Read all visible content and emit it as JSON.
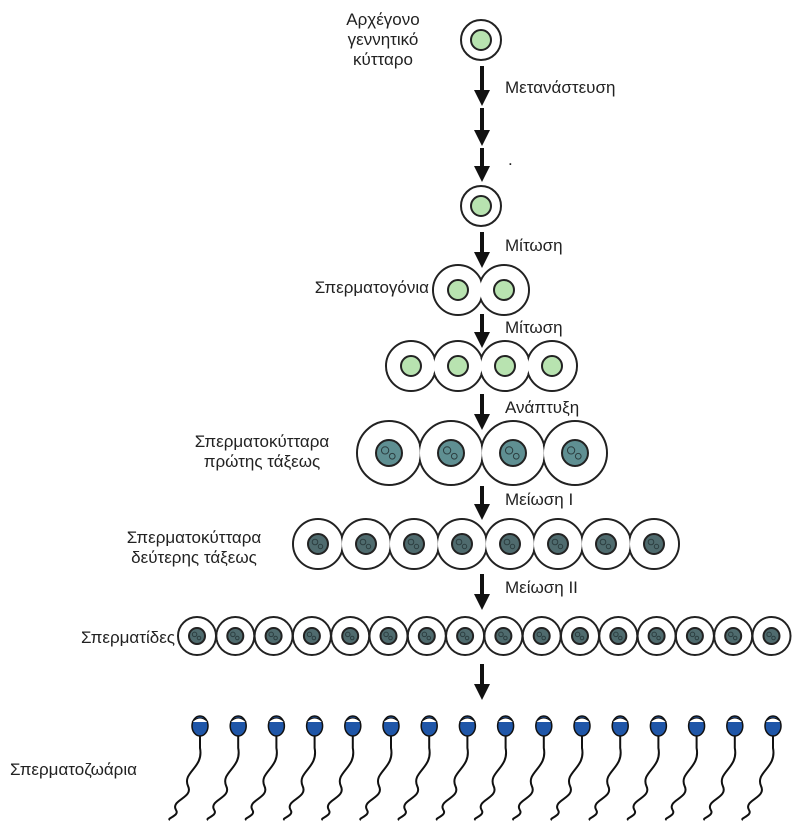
{
  "title": "",
  "labels": {
    "primordial_line1": "Αρχέγονο",
    "primordial_line2": "γεννητικό",
    "primordial_line3": "κύτταρο",
    "spermatogonia": "Σπερματογόνια",
    "primary_line1": "Σπερματοκύτταρα",
    "primary_line2": "πρώτης τάξεως",
    "secondary_line1": "Σπερματοκύτταρα",
    "secondary_line2": "δεύτερης τάξεως",
    "spermatids": "Σπερματίδες",
    "spermatozoa": "Σπερματοζωάρια"
  },
  "steps": {
    "migration": "Μετανάστευση",
    "dot": ".",
    "mitosis1": "Μίτωση",
    "mitosis2": "Μίτωση",
    "growth": "Ανάπτυξη",
    "meiosis1": "Μείωση Ι",
    "meiosis2": "Μείωση ΙΙ"
  },
  "counts": {
    "primordial": 1,
    "after_migration": 1,
    "spermatogonia": 2,
    "after_mitosis": 4,
    "primary": 4,
    "secondary": 8,
    "spermatids": 16,
    "spermatozoa": 16
  },
  "colors": {
    "light_nucleus": "#b8e3b0",
    "dark_nucleus": "#4f6b6e",
    "primary_nucleus": "#5f8f92",
    "sperm_head": "#1f56a8",
    "line": "#222222"
  }
}
